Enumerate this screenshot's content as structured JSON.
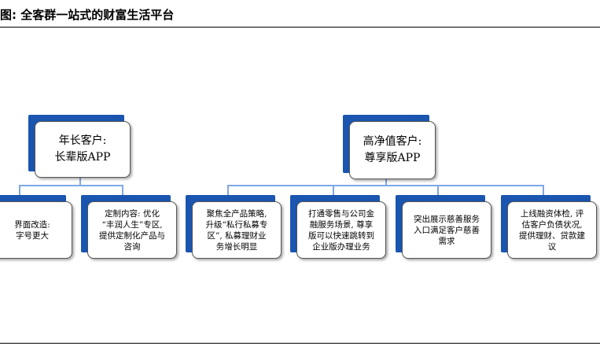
{
  "header": {
    "title": "图: 全客群一站式的财富生活平台"
  },
  "diagram": {
    "groups": [
      {
        "root": {
          "line1": "年长客户:",
          "line2": "长辈版APP"
        },
        "children": [
          {
            "text": "界面改造:\n字号更大"
          },
          {
            "text": "定制内容: 优化\n“丰润人生”专区,\n提供定制化产品与\n咨询"
          }
        ]
      },
      {
        "root": {
          "line1": "高净值客户:",
          "line2": "尊享版APP"
        },
        "children": [
          {
            "text": "聚焦全产品策略,\n升级“私行私募专\n区”, 私募理财业\n务增长明显"
          },
          {
            "text": "打通零售与公司金\n融服务场景, 尊享\n版可以快速跳转到\n企业版办理业务"
          },
          {
            "text": "突出展示慈善服务\n入口满足客户慈善\n需求"
          },
          {
            "text": "上线融资体检, 评\n估客户负债状况,\n提供理财、贷款建\n议"
          }
        ]
      }
    ]
  },
  "colors": {
    "accent": "#1a55b0",
    "connector": "#7fa7e6"
  }
}
